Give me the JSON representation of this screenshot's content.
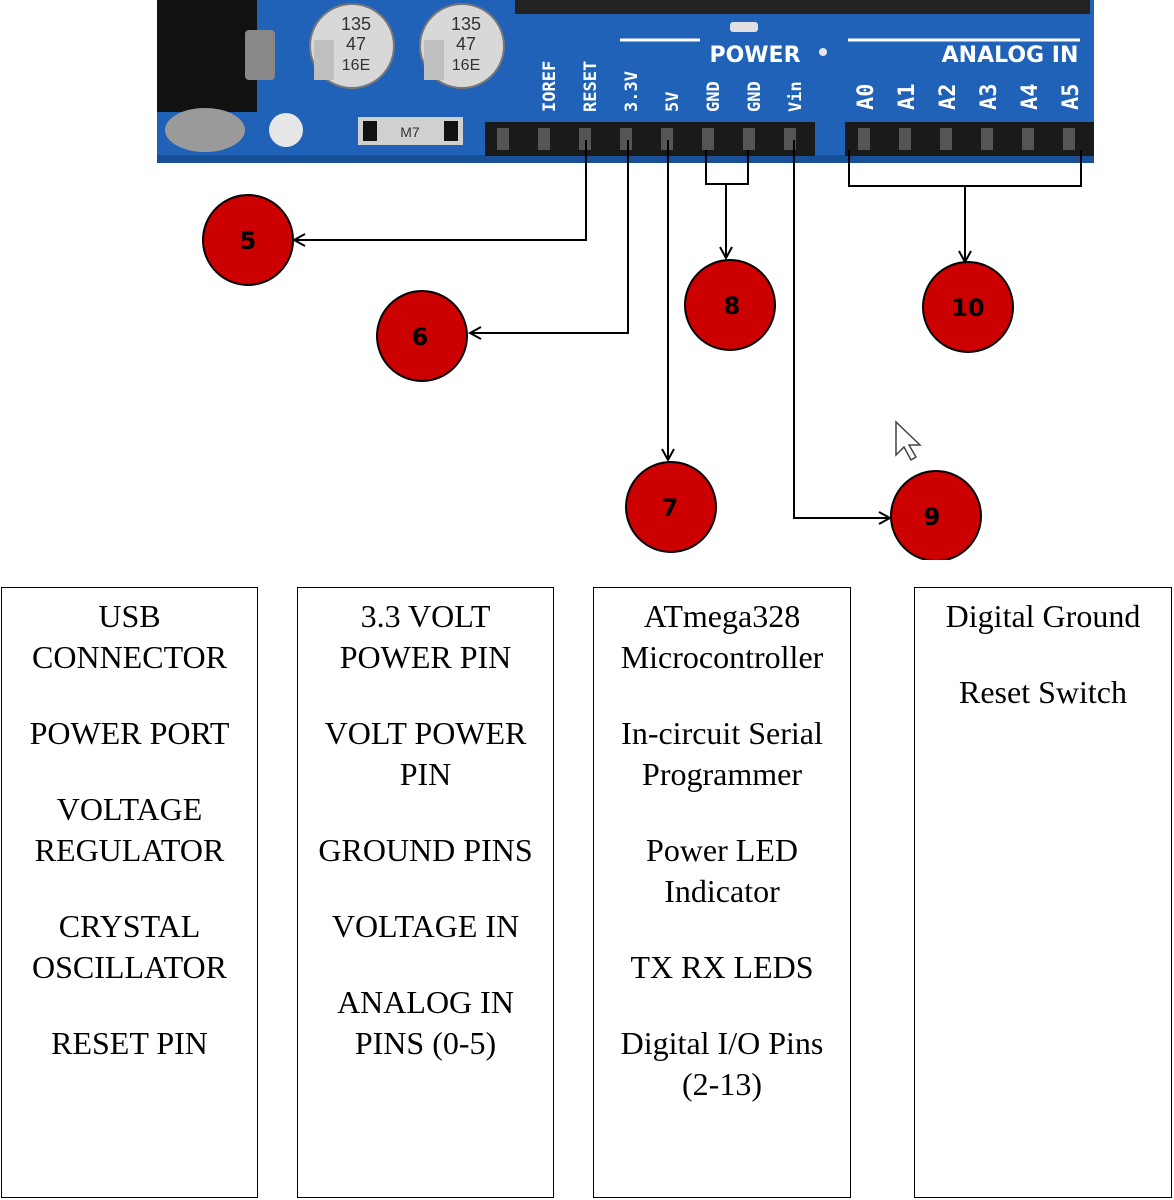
{
  "board": {
    "header_labels": [
      "IOREF",
      "RESET",
      "3.3V",
      "5V",
      "GND",
      "GND",
      "Vin"
    ],
    "power_label": "POWER",
    "analog_label": "ANALOG IN",
    "analog_pins": [
      "A0",
      "A1",
      "A2",
      "A3",
      "A4",
      "A5"
    ],
    "capacitor_1": [
      "135",
      "47",
      "16E"
    ],
    "capacitor_2": [
      "135",
      "47",
      "16E"
    ],
    "jumper_label": "M7",
    "colors": {
      "pcb": "#1f62b8",
      "header": "#1a1a1a",
      "callout": "#cc0000"
    }
  },
  "callouts": [
    "5",
    "6",
    "7",
    "8",
    "9",
    "10"
  ],
  "legend": {
    "col1": [
      "USB CONNECTOR",
      "POWER PORT",
      "VOLTAGE REGULATOR",
      "CRYSTAL OSCILLATOR",
      "RESET PIN"
    ],
    "col2": [
      "3.3 VOLT POWER PIN",
      "VOLT POWER PIN",
      "GROUND PINS",
      "VOLTAGE IN",
      "ANALOG IN PINS (0-5)"
    ],
    "col3": [
      "ATmega328 Microcontroller",
      "In-circuit Serial Programmer",
      "Power LED Indicator",
      "TX RX LEDS",
      "Digital I/O Pins (2-13)"
    ],
    "col4": [
      "Digital Ground",
      "Reset Switch"
    ]
  }
}
